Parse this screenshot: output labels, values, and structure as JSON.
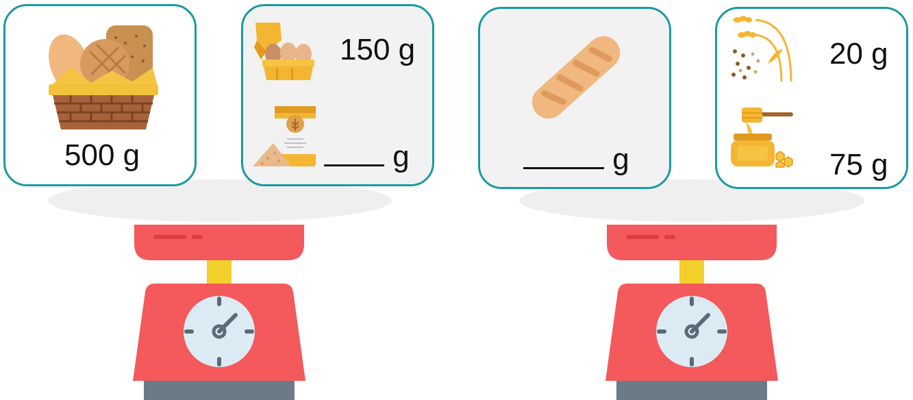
{
  "left_scale": {
    "bread_basket_weight": "500 g",
    "eggs_weight": "150 g",
    "flour_unit": "g"
  },
  "right_scale": {
    "baguette_unit": "g",
    "wheat_weight": "20 g",
    "honey_weight": "75 g"
  },
  "colors": {
    "card_border": "#1a9aa0",
    "scale_red": "#f4595b",
    "scale_column": "#f2cf2a",
    "scale_base": "#6b7b86",
    "dial_face": "#dcebf3"
  },
  "icons": [
    "bread-basket-icon",
    "egg-carton-icon",
    "flour-bag-icon",
    "baguette-icon",
    "wheat-seeds-icon",
    "honey-jar-icon",
    "kitchen-scale-icon"
  ]
}
